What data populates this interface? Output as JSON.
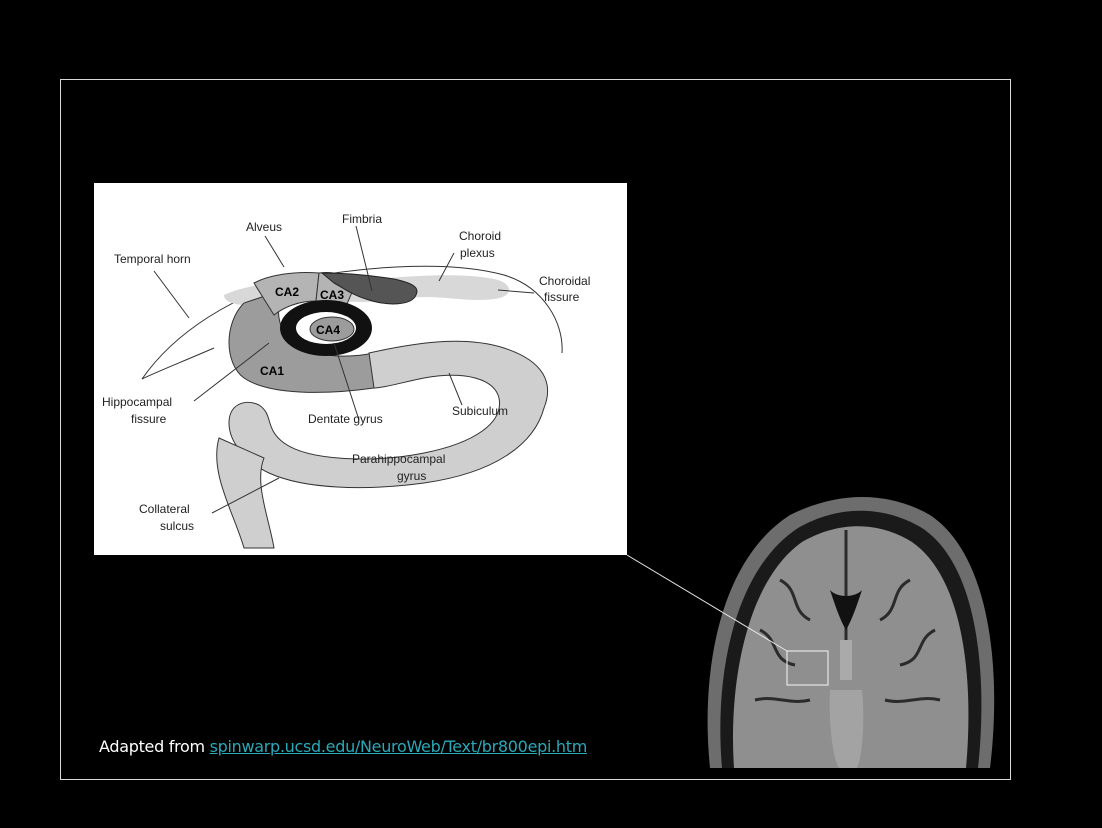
{
  "diagram": {
    "labels": {
      "alveus": "Alveus",
      "fimbria": "Fimbria",
      "choroid_plexus_1": "Choroid",
      "choroid_plexus_2": "plexus",
      "temporal_horn": "Temporal horn",
      "choroidal_fissure_1": "Choroidal",
      "choroidal_fissure_2": "fissure",
      "ca2": "CA2",
      "ca3": "CA3",
      "ca4": "CA4",
      "ca1": "CA1",
      "hippocampal_fissure_1": "Hippocampal",
      "hippocampal_fissure_2": "fissure",
      "dentate_gyrus": "Dentate gyrus",
      "subiculum": "Subiculum",
      "parahippocampal_1": "Parahippocampal",
      "parahippocampal_2": "gyrus",
      "collateral_1": "Collateral",
      "collateral_2": "sulcus"
    }
  },
  "caption": {
    "prefix": "Adapted from ",
    "link": "spinwarp.ucsd.edu/NeuroWeb/Text/br800epi.htm"
  },
  "colors": {
    "background": "#000000",
    "link": "#2aa9b9"
  }
}
